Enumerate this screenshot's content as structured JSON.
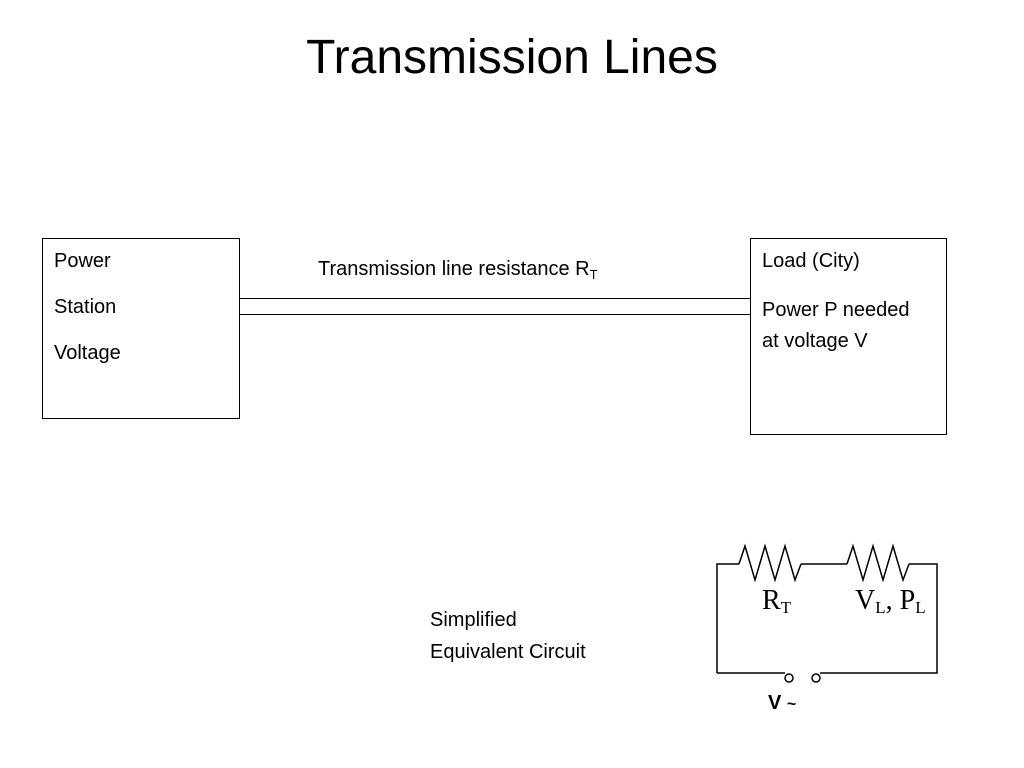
{
  "title": "Transmission Lines",
  "power_station": {
    "lines": [
      "Power",
      "Station",
      "Voltage"
    ]
  },
  "transmission_line": {
    "label": "Transmission line resistance R",
    "label_sub": "T"
  },
  "load": {
    "title": "Load (City)",
    "description": "Power P needed at voltage V"
  },
  "caption": {
    "line1": "Simplified",
    "line2": "Equivalent Circuit"
  },
  "circuit": {
    "resistor1": {
      "symbol": "R",
      "sub": "T"
    },
    "resistor2": {
      "v_symbol": "V",
      "v_sub": "L",
      "sep": ", ",
      "p_symbol": "P",
      "p_sub": "L"
    },
    "source": {
      "symbol": "V",
      "suffix": "~"
    }
  }
}
